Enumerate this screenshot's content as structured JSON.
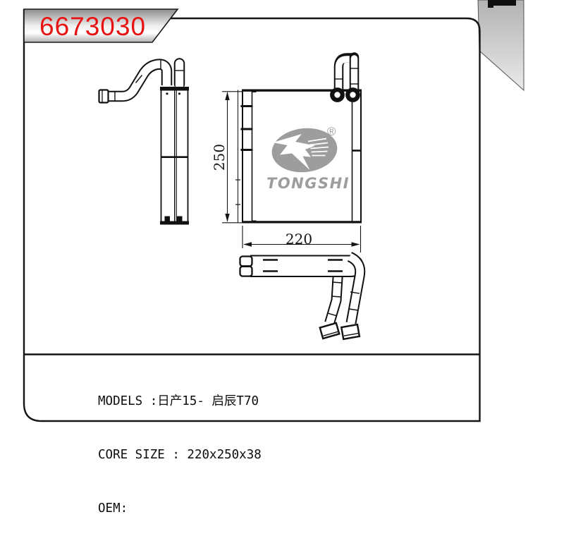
{
  "banner": {
    "part_number": "6673030"
  },
  "drawing": {
    "dimension_height": "250",
    "dimension_width": "220",
    "logo_text": "TONGSHI",
    "registered_mark": "®"
  },
  "specs": {
    "models": "MODELS :日产15- 启辰T70",
    "core_size": "CORE SIZE : 220x250x38",
    "oem": "OEM:"
  },
  "colors": {
    "part_number_red": "#e81212",
    "logo_gray": "#9d9d9d",
    "line_black": "#141414",
    "banner_gradient_top": "#8c8c8c",
    "banner_gradient_bottom": "#b0b0b0",
    "ribbon_gradient_top": "#b2b2b2",
    "ribbon_gradient_bottom": "#eaeaea"
  }
}
